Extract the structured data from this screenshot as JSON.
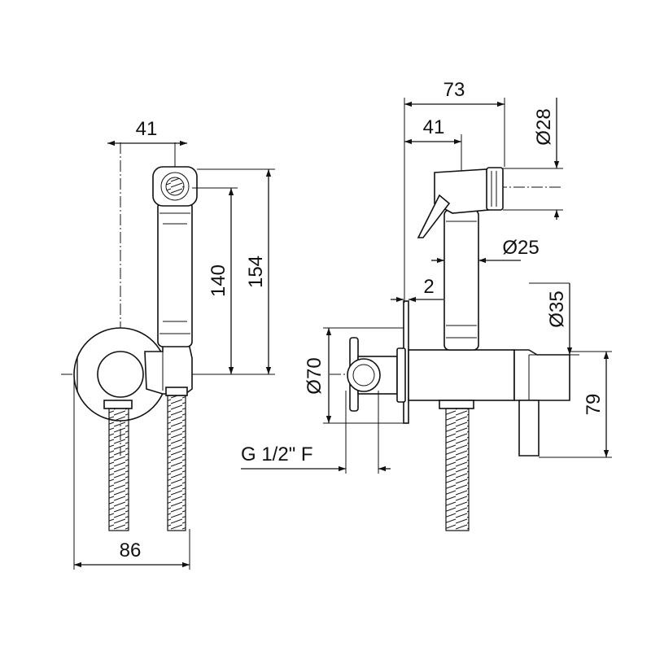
{
  "dimensions": {
    "left_view": {
      "handle_offset": "41",
      "inner_height": "140",
      "total_height": "154",
      "plate_width": "86"
    },
    "right_view": {
      "total_length": "73",
      "handle_offset": "41",
      "head_diameter": "Ø28",
      "handle_diameter": "Ø25",
      "plate_gap": "2",
      "valve_diameter": "Ø35",
      "plate_diameter": "Ø70",
      "body_height": "79",
      "connection_thread": "G 1/2\" F"
    }
  },
  "colors": {
    "line": "#111111",
    "background": "#ffffff"
  }
}
